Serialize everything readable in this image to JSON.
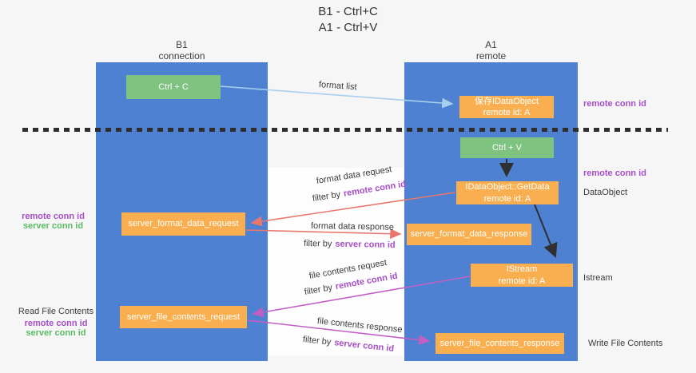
{
  "title": {
    "line1": "B1 - Ctrl+C",
    "line2": "A1 - Ctrl+V"
  },
  "lanes": {
    "left": {
      "name": "B1",
      "role": "connection"
    },
    "right": {
      "name": "A1",
      "role": "remote"
    }
  },
  "nodes": {
    "ctrl_c": {
      "label": "Ctrl + C"
    },
    "ctrl_v": {
      "label": "Ctrl + V"
    },
    "save_idataobject": {
      "line1": "保存IDataObject",
      "line2": "remote id: A"
    },
    "getdata": {
      "line1": "IDataObject::GetData",
      "line2": "remote id: A"
    },
    "istream": {
      "line1": "IStream",
      "line2": "remote id: A"
    },
    "server_format_data_request": {
      "label": "server_format_data_request"
    },
    "server_format_data_response": {
      "label": "server_format_data_response"
    },
    "server_file_contents_request": {
      "label": "server_file_contents_request"
    },
    "server_file_contents_response": {
      "label": "server_file_contents_response"
    }
  },
  "flow_labels": {
    "format_list": "format list",
    "format_data_request": "format data request",
    "format_data_response": "format data response",
    "file_contents_request": "file contents request",
    "file_contents_response": "file contents response",
    "filter_by": "filter by",
    "remote_conn_id": "remote conn id",
    "server_conn_id": "server conn id"
  },
  "side_labels": {
    "left_format": {
      "remote": "remote conn id",
      "server": "server conn id"
    },
    "left_file": {
      "title": "Read File Contents",
      "remote": "remote conn id",
      "server": "server conn id"
    },
    "right_save_remote": "remote conn id",
    "right_getdata_remote": "remote conn id",
    "right_dataobject": "DataObject",
    "right_istream": "Istream",
    "right_write": "Write File Contents"
  },
  "colors": {
    "lane_blue": "#4E81D1",
    "node_orange": "#F9AF4F",
    "node_green": "#7EC37F",
    "accent_purple": "#A64FC6",
    "accent_green": "#5BBB63",
    "arrow_light_blue": "#A8CFF0",
    "arrow_salmon": "#E8786E",
    "arrow_magenta": "#C35FC4",
    "arrow_black": "#303030"
  }
}
